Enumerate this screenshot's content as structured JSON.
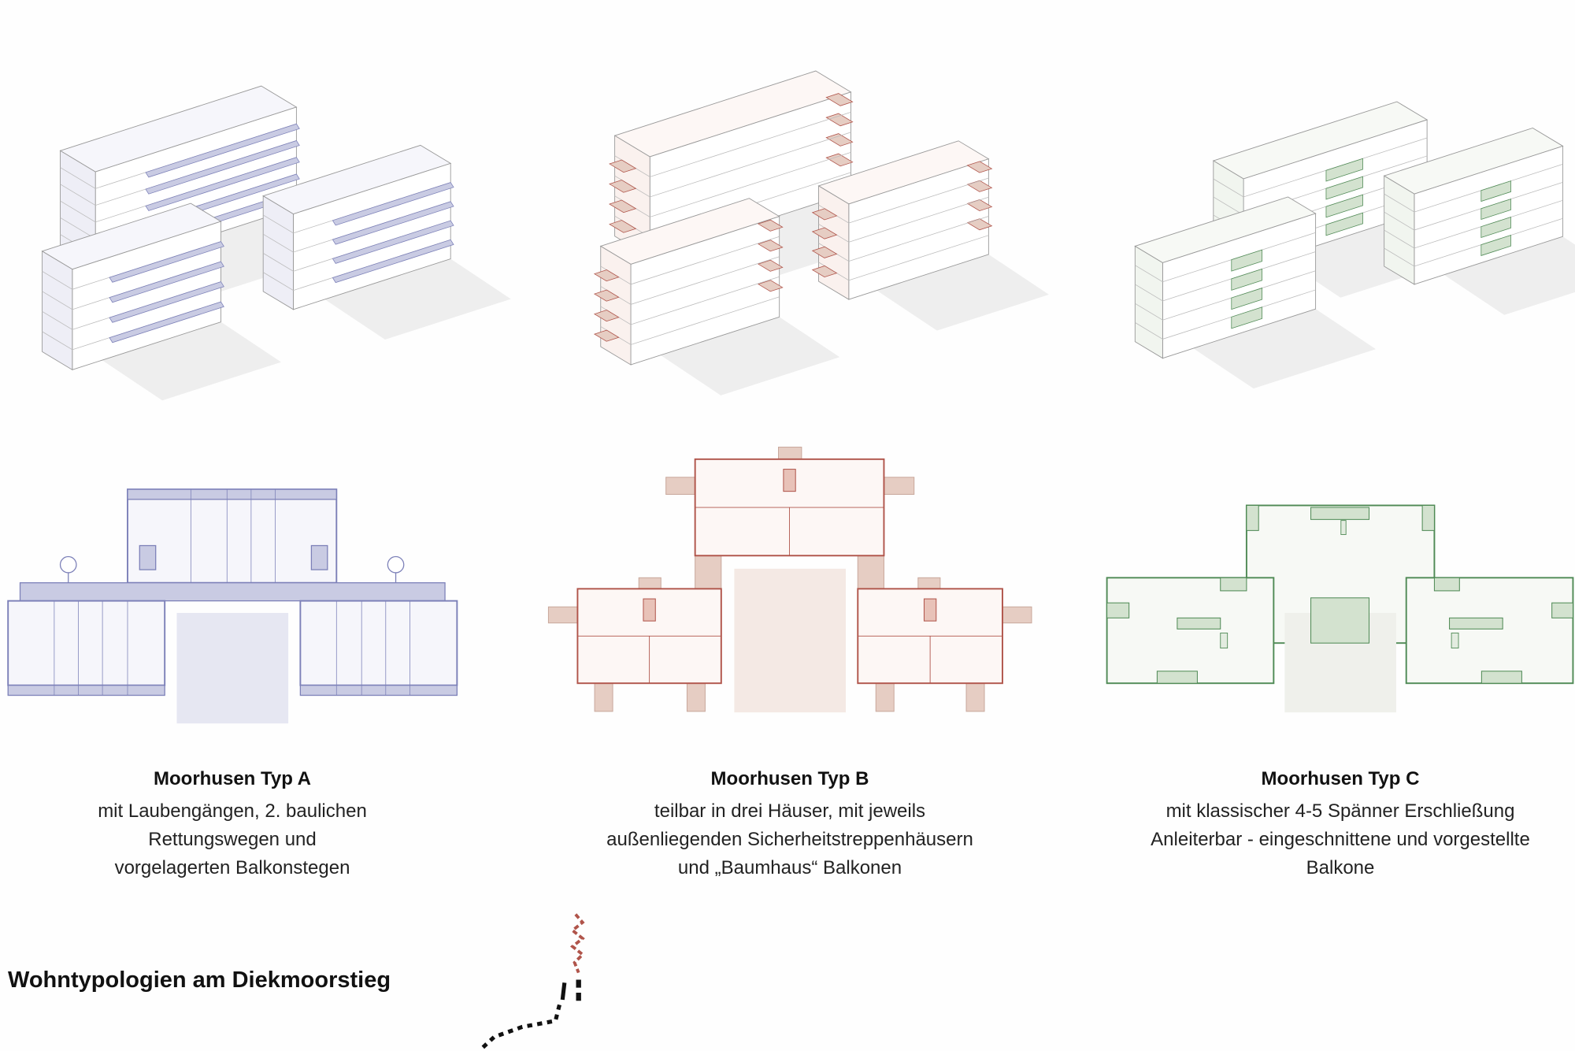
{
  "page_title": "Wohntypologien am Diekmoorstieg",
  "colors": {
    "typ_a": "#7c80b8",
    "typ_b": "#b0544a",
    "typ_c": "#4f8a55"
  },
  "types": [
    {
      "title": "Moorhusen Typ A",
      "lines": [
        "mit Laubengängen, 2. baulichen",
        "Rettungswegen und",
        "vorgelagerten Balkonstegen"
      ]
    },
    {
      "title": "Moorhusen Typ B",
      "lines": [
        "teilbar in drei Häuser, mit jeweils",
        "außenliegenden Sicherheitstreppenhäusern",
        "und „Baumhaus“ Balkonen"
      ]
    },
    {
      "title": "Moorhusen Typ C",
      "lines": [
        "mit klassischer 4-5 Spänner Erschließung",
        "Anleiterbar - eingeschnittene und vorgestellte",
        "Balkone"
      ]
    }
  ]
}
